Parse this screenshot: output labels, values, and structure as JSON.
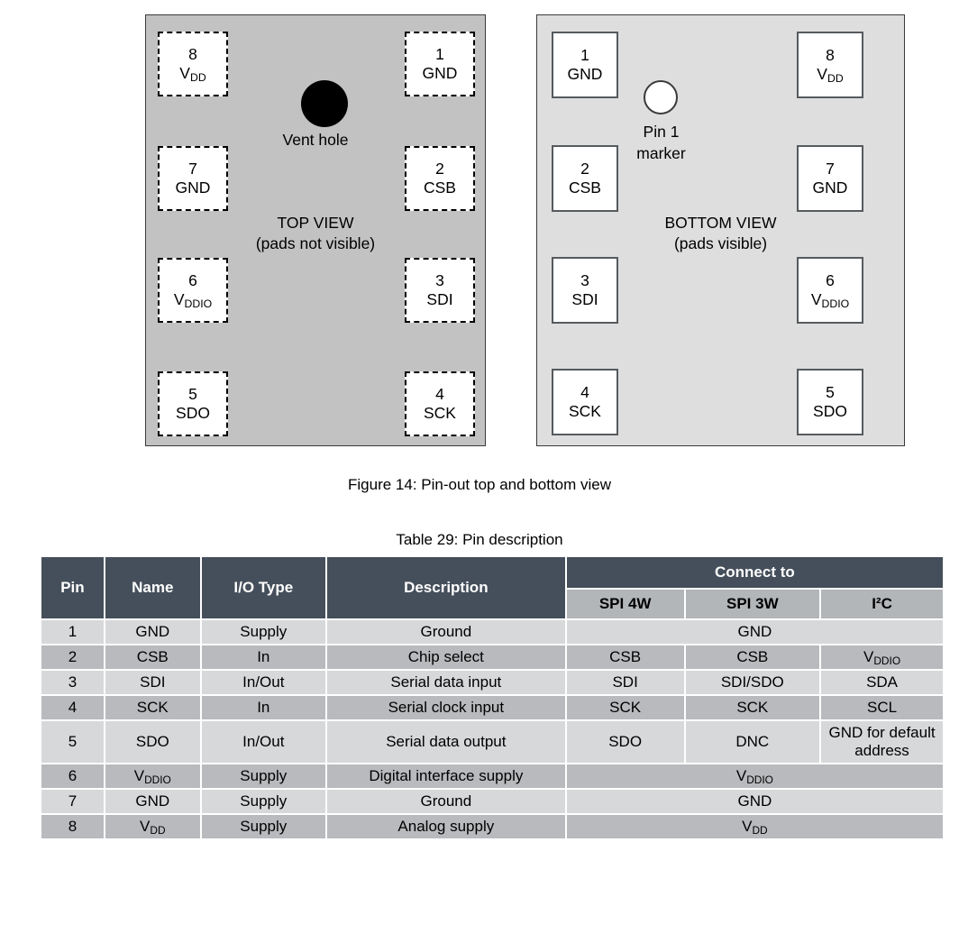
{
  "figure": {
    "caption": "Figure 14: Pin-out top and bottom view",
    "top_view": {
      "title": "TOP VIEW",
      "subtitle": "(pads not visible)",
      "vent_label": "Vent hole",
      "pads": [
        {
          "key": "tp-8",
          "num": "8",
          "name": "V",
          "sub": "DD"
        },
        {
          "key": "tp-1",
          "num": "1",
          "name": "GND",
          "sub": ""
        },
        {
          "key": "tp-7",
          "num": "7",
          "name": "GND",
          "sub": ""
        },
        {
          "key": "tp-2",
          "num": "2",
          "name": "CSB",
          "sub": ""
        },
        {
          "key": "tp-6",
          "num": "6",
          "name": "V",
          "sub": "DDIO"
        },
        {
          "key": "tp-3",
          "num": "3",
          "name": "SDI",
          "sub": ""
        },
        {
          "key": "tp-5",
          "num": "5",
          "name": "SDO",
          "sub": ""
        },
        {
          "key": "tp-4",
          "num": "4",
          "name": "SCK",
          "sub": ""
        }
      ]
    },
    "bottom_view": {
      "title": "BOTTOM VIEW",
      "subtitle": "(pads visible)",
      "marker_label_line1": "Pin 1",
      "marker_label_line2": "marker",
      "pads": [
        {
          "key": "bp-1",
          "num": "1",
          "name": "GND",
          "sub": ""
        },
        {
          "key": "bp-8",
          "num": "8",
          "name": "V",
          "sub": "DD"
        },
        {
          "key": "bp-2",
          "num": "2",
          "name": "CSB",
          "sub": ""
        },
        {
          "key": "bp-7",
          "num": "7",
          "name": "GND",
          "sub": ""
        },
        {
          "key": "bp-3",
          "num": "3",
          "name": "SDI",
          "sub": ""
        },
        {
          "key": "bp-6",
          "num": "6",
          "name": "V",
          "sub": "DDIO"
        },
        {
          "key": "bp-4",
          "num": "4",
          "name": "SCK",
          "sub": ""
        },
        {
          "key": "bp-5",
          "num": "5",
          "name": "SDO",
          "sub": ""
        }
      ]
    }
  },
  "table": {
    "caption": "Table 29: Pin description",
    "headers": {
      "pin": "Pin",
      "name": "Name",
      "io_type": "I/O Type",
      "description": "Description",
      "connect_to": "Connect to",
      "spi4w": "SPI 4W",
      "spi3w": "SPI 3W",
      "i2c": "I²C"
    },
    "rows": [
      {
        "pin": "1",
        "name": "GND",
        "io_type": "Supply",
        "description": "Ground",
        "connect_merged": "GND",
        "spi4w": "",
        "spi3w": "",
        "i2c": ""
      },
      {
        "pin": "2",
        "name": "CSB",
        "io_type": "In",
        "description": "Chip select",
        "connect_merged": "",
        "spi4w": "CSB",
        "spi3w": "CSB",
        "i2c": "VDDIO"
      },
      {
        "pin": "3",
        "name": "SDI",
        "io_type": "In/Out",
        "description": "Serial data input",
        "connect_merged": "",
        "spi4w": "SDI",
        "spi3w": "SDI/SDO",
        "i2c": "SDA"
      },
      {
        "pin": "4",
        "name": "SCK",
        "io_type": "In",
        "description": "Serial clock input",
        "connect_merged": "",
        "spi4w": "SCK",
        "spi3w": "SCK",
        "i2c": "SCL"
      },
      {
        "pin": "5",
        "name": "SDO",
        "io_type": "In/Out",
        "description": "Serial data output",
        "connect_merged": "",
        "spi4w": "SDO",
        "spi3w": "DNC",
        "i2c": "GND for default address"
      },
      {
        "pin": "6",
        "name": "VDDIO",
        "io_type": "Supply",
        "description": "Digital interface supply",
        "connect_merged": "VDDIO",
        "spi4w": "",
        "spi3w": "",
        "i2c": ""
      },
      {
        "pin": "7",
        "name": "GND",
        "io_type": "Supply",
        "description": "Ground",
        "connect_merged": "GND",
        "spi4w": "",
        "spi3w": "",
        "i2c": ""
      },
      {
        "pin": "8",
        "name": "VDD",
        "io_type": "Supply",
        "description": "Analog supply",
        "connect_merged": "VDD",
        "spi4w": "",
        "spi3w": "",
        "i2c": ""
      }
    ]
  },
  "colors": {
    "header_dark": "#454f5b",
    "subheader_gray": "#b3b6b9",
    "row_light": "#d7d8da",
    "row_dark": "#b8babd",
    "top_view_bg": "#c2c2c2",
    "bottom_view_bg": "#dedede"
  }
}
